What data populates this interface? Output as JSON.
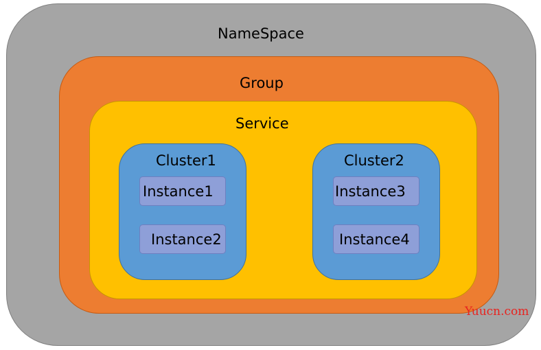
{
  "namespace": {
    "label": "NameSpace",
    "color": "#a5a5a5"
  },
  "group": {
    "label": "Group",
    "color": "#ed7d31"
  },
  "service": {
    "label": "Service",
    "color": "#ffc000"
  },
  "clusters": [
    {
      "label": "Cluster1",
      "color": "#5b9bd5",
      "instances": [
        {
          "label": "Instance1"
        },
        {
          "label": "Instance2"
        }
      ]
    },
    {
      "label": "Cluster2",
      "color": "#5b9bd5",
      "instances": [
        {
          "label": "Instance3"
        },
        {
          "label": "Instance4"
        }
      ]
    }
  ],
  "instance_color": "#8e9fd8",
  "watermark": {
    "text": "Yuucn.com",
    "color": "#e8231f"
  }
}
